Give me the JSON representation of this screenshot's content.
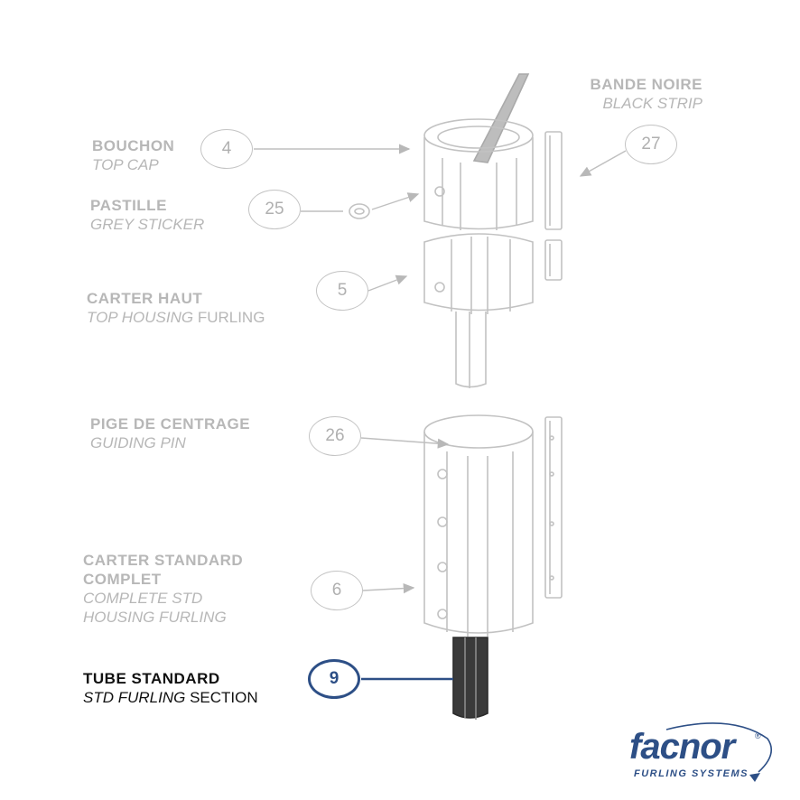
{
  "parts": [
    {
      "number": "4",
      "fr": "BOUCHON",
      "en": "TOP CAP"
    },
    {
      "number": "25",
      "fr": "PASTILLE",
      "en": "GREY STICKER"
    },
    {
      "number": "5",
      "fr": "CARTER HAUT",
      "en": "TOP HOUSING",
      "en_suffix": "FURLING"
    },
    {
      "number": "27",
      "fr": "BANDE NOIRE",
      "en": "BLACK STRIP"
    },
    {
      "number": "26",
      "fr": "PIGE DE CENTRAGE",
      "en": "GUIDING PIN"
    },
    {
      "number": "6",
      "fr_line1": "CARTER STANDARD",
      "fr_line2": "COMPLET",
      "en_line1": "COMPLETE STD",
      "en_line2": "HOUSING FURLING"
    },
    {
      "number": "9",
      "fr": "TUBE STANDARD",
      "en": "STD FURLING",
      "en_suffix": "SECTION",
      "highlighted": true
    }
  ],
  "logo": {
    "name": "facnor",
    "tagline": "FURLING SYSTEMS",
    "mark": "®"
  },
  "colors": {
    "highlight": "#2d4f86",
    "faded": "#b7b7b7"
  }
}
